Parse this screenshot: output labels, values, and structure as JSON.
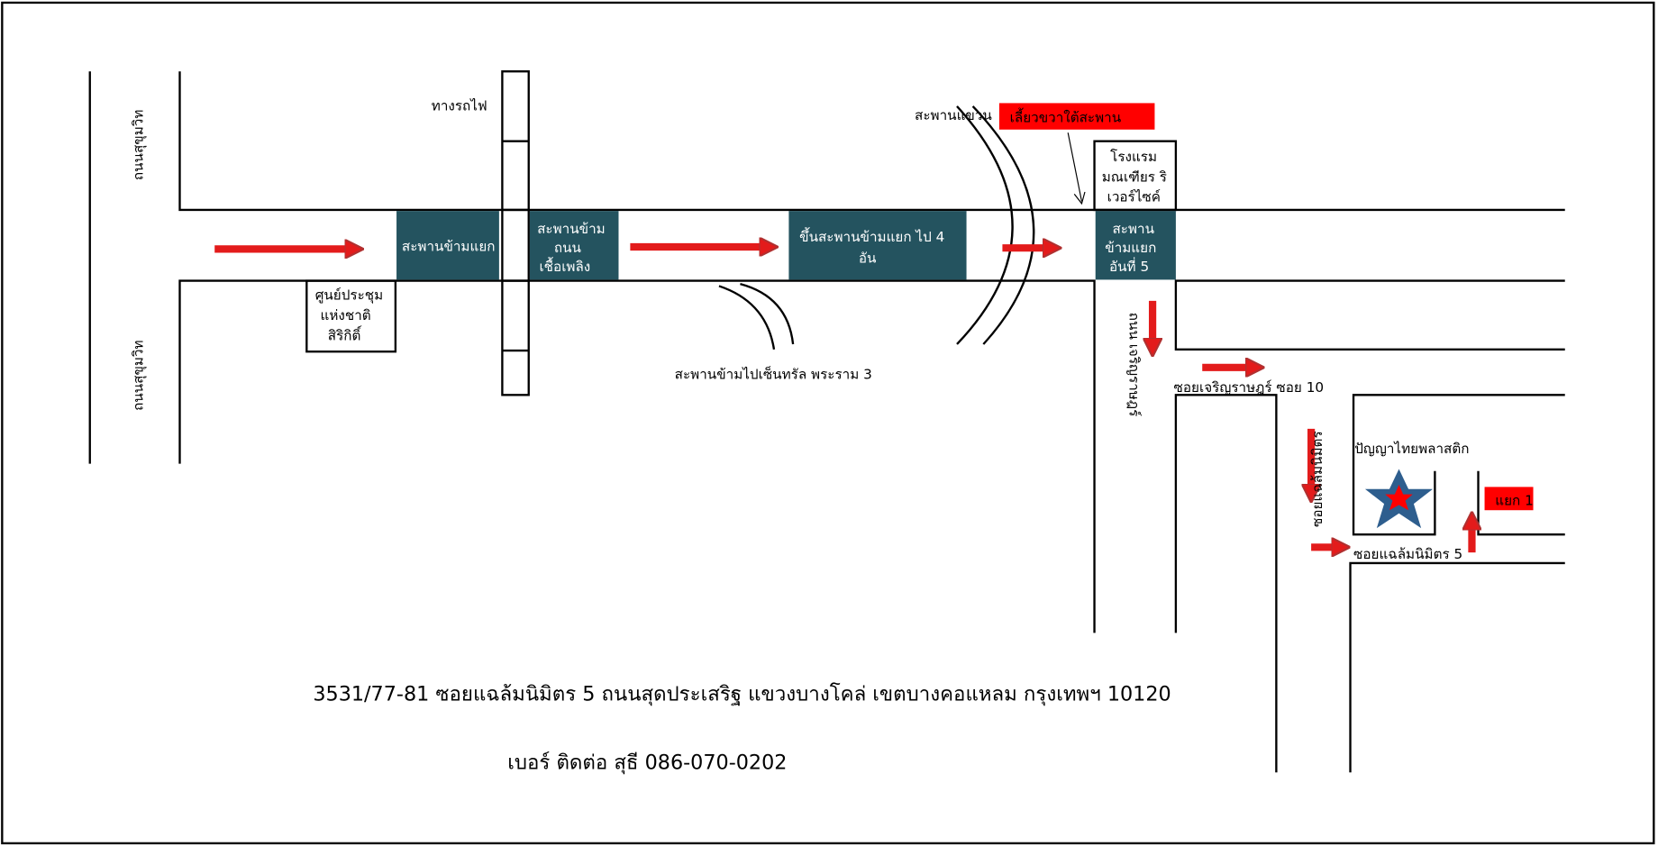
{
  "map": {
    "sukhumvit_road_top": "ถนนสุขุมวิท",
    "sukhumvit_road_bottom": "ถนนสุขุมวิท",
    "railway": "ทางรถไฟ",
    "overpass_intersection": "สะพานข้ามแยก",
    "overpass_chuea_phloeng": [
      "สะพานข้าม",
      "ถนน",
      "เชื้อเพลิง"
    ],
    "overpass_4": [
      "ขึ้นสะพานข้ามแยก ไป 4",
      "อัน"
    ],
    "overpass_5": [
      "สะพาน",
      "ข้ามแยก",
      "อันที่ 5"
    ],
    "sling_bridge": "สะพานแขวน",
    "turn_right_label": "เลี้ยวขวาใต้สะพาน",
    "hotel": [
      "โรงแรม",
      "มณเฑียร ริ",
      "เวอร์ไซค์"
    ],
    "convention_center": [
      "ศูนย์ประชุม",
      "แห่งชาติ",
      "สิริกิติ์"
    ],
    "rama3_bridge": "สะพานข้ามไปเซ็นทรัล พระราม 3",
    "charoen_rat_road": "ถนน เจริญราษฎร์",
    "soi_charoen_rat_10": "ซอยเจริญราษฎร์ ซอย 10",
    "soi_chalermnimit": "ซอยแฉล้มนิมิตร",
    "soi_chalermnimit_5": "ซอยแฉล้มนิมิตร 5",
    "destination": "ปัญญาไทยพลาสติก",
    "junction_label": "แยก 1",
    "address": "3531/77-81 ซอยแฉล้มนิมิตร 5 ถนนสุดประเสริฐ แขวงบางโคล่ เขตบางคอแหลม กรุงเทพฯ 10120",
    "contact": "เบอร์ ติดต่อ สุธี 086-070-0202"
  },
  "colors": {
    "teal": "#24535f",
    "red": "#ff0000",
    "arrow": "#e31b1b",
    "star_blue": "#2e5e8e"
  }
}
